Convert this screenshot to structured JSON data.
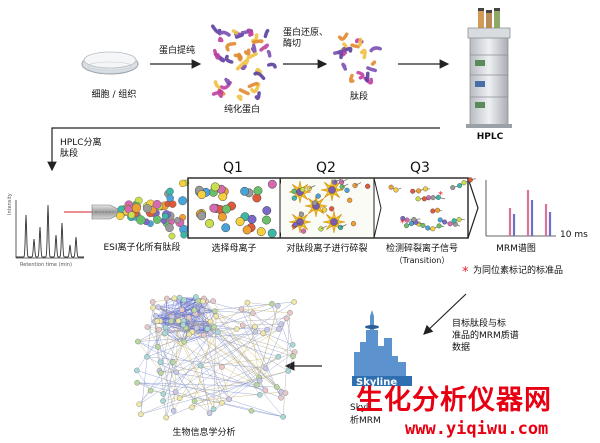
{
  "steps": {
    "cells": "细胞 / 组织",
    "extraction": "蛋白提纯",
    "pure_protein": "纯化蛋白",
    "reduction_digestion": "蛋白还原、\n酶切",
    "peptides": "肽段",
    "hplc": "HPLC",
    "hplc_separation": "HPLC分离\n肽段",
    "esi": "ESI离子化所有肽段",
    "q1": "Q1",
    "q2": "Q2",
    "q3": "Q3",
    "select_parent": "选择母离子",
    "fragment": "对肽段离子进行碎裂",
    "detect": "检测碎裂离子信号",
    "transition": "（Transition）",
    "mrm_spectrum": "MRM谱图",
    "time_10ms": "10 ms",
    "isotope_note": "为同位素标记的标准品",
    "target_data": "目标肽段与标\n准品的MRM质谱\n数据",
    "skyline_cut_1": "Skyli",
    "skyline_cut_2": "析MRM",
    "bioinformatics": "生物信息学分析",
    "chromatogram_yaxis": "Intensity",
    "chromatogram_xaxis": "Retention time (min)",
    "skyline_logo": "Skyline"
  },
  "watermark": {
    "title": "生化分析仪器网",
    "url": "www.yiqiwu.com"
  },
  "colors": {
    "arrow": "#222222",
    "isotope_star": "#e0202a",
    "spark": "#f2c21c",
    "watermark": "#e60012",
    "network_edge": "#5a66cc",
    "mrm_pink": "#d8739a",
    "mrm_blue": "#6f6fc8"
  }
}
